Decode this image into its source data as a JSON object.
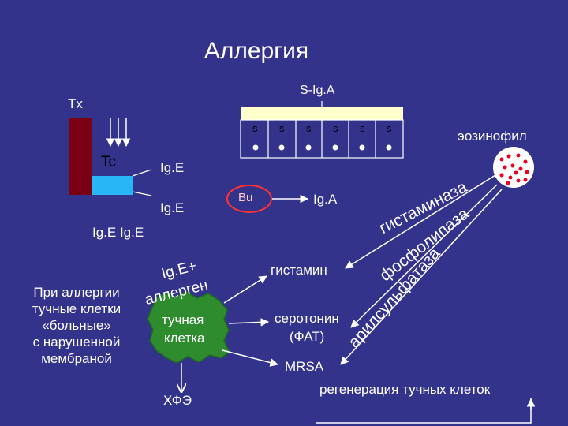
{
  "title": "Аллергия",
  "labels": {
    "tx": "Tx",
    "tc": "Tc",
    "ige_top": "Ig.E",
    "ige_mid": "Ig.E",
    "ige_left": "Ig.E  Ig.E",
    "siga": "S-Ig.A",
    "s_marks": [
      "s",
      "s",
      "s",
      "s",
      "s",
      "s"
    ],
    "bu": "Bu",
    "iga": "Ig.A",
    "eosinophil": "эозинофил",
    "histamine": "гистамин",
    "serotonin_line1": "серотонин",
    "serotonin_line2": "(ФАТ)",
    "mrsa": "MRSA",
    "regeneration": "регенерация тучных клеток",
    "hfe": "ХФЭ",
    "ige_allergen_line1": "Ig.E+",
    "ige_allergen_line2": "аллерген",
    "mast_line1": "тучная",
    "mast_line2": "клетка",
    "note_lines": [
      "При аллергии",
      "тучные клетки",
      "«больные»",
      "с нарушенной",
      "мембраной"
    ],
    "diag_histaminase": "гистаминаза",
    "diag_phospholipase": "фосфолипаза",
    "diag_arylsulfatase": "арилсульфатаза"
  },
  "colors": {
    "background": "#33338c",
    "tx_bar": "#7a0014",
    "tc_box": "#29b6f6",
    "epithelium": "#ffffcc",
    "mast_cell": "#2e8b2e",
    "bu_cell": "#ff3333",
    "eosinophil_dots": "#e8001c"
  }
}
